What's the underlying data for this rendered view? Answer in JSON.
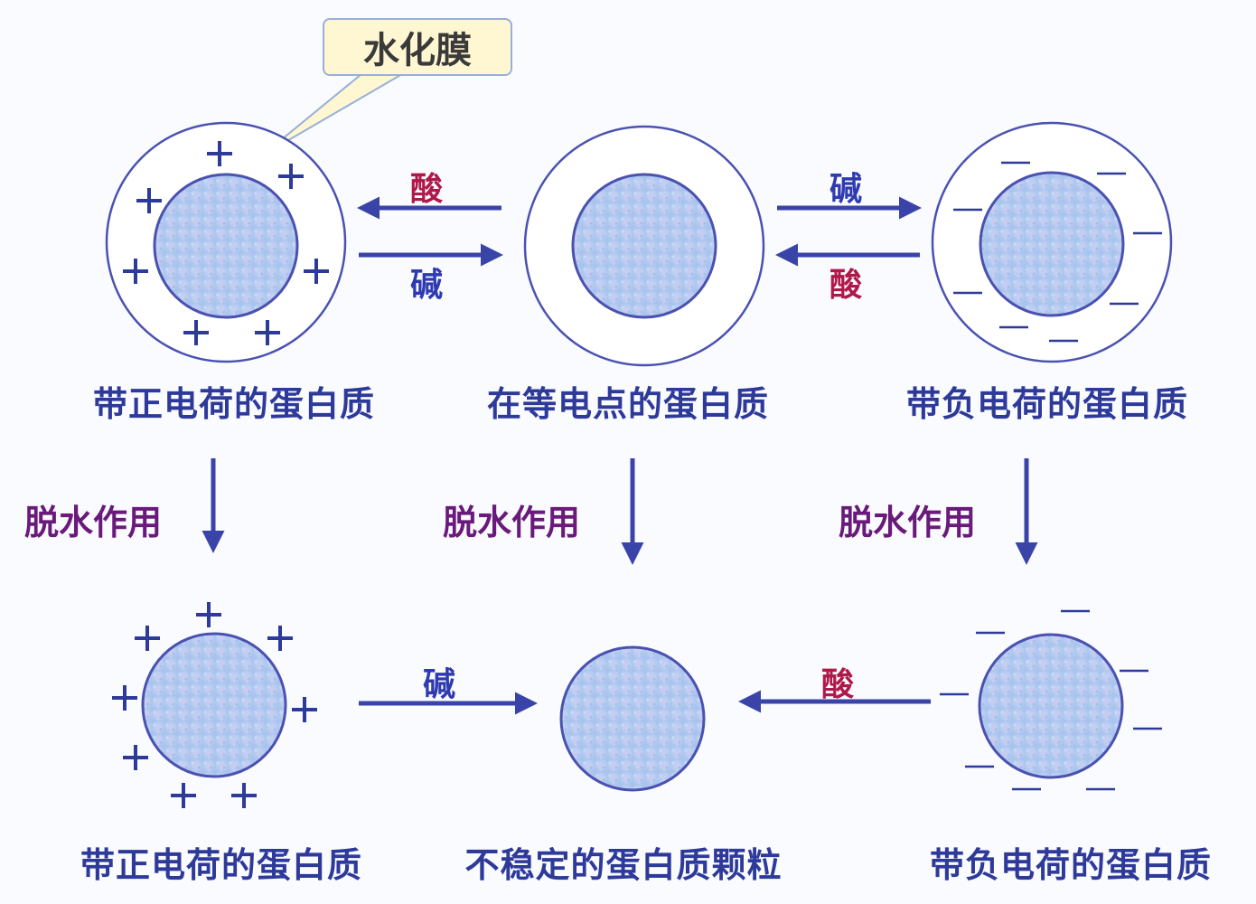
{
  "callout": {
    "text": "水化膜"
  },
  "colors": {
    "acid": "#b0184a",
    "base": "#2e3ab0",
    "arrow": "#3a44a8",
    "ring": "#4a52b0",
    "charge": "#2e3a9a",
    "label": "#2e3a9a",
    "process": "#6a1a7a",
    "core_fill": "#b7cef0"
  },
  "top_row": {
    "positive_label": "带正电荷的蛋白质",
    "isoelectric_label": "在等电点的蛋白质",
    "negative_label": "带负电荷的蛋白质"
  },
  "bottom_row": {
    "positive_label": "带正电荷的蛋白质",
    "unstable_label": "不稳定的蛋白质颗粒",
    "negative_label": "带负电荷的蛋白质"
  },
  "arrows": {
    "top_left_upper": "酸",
    "top_left_lower": "碱",
    "top_right_upper": "碱",
    "top_right_lower": "酸",
    "bottom_left": "碱",
    "bottom_right": "酸"
  },
  "process": {
    "left": "脱水作用",
    "middle": "脱水作用",
    "right": "脱水作用"
  },
  "charges": {
    "positive_symbol": "+",
    "negative_symbol": "—"
  }
}
